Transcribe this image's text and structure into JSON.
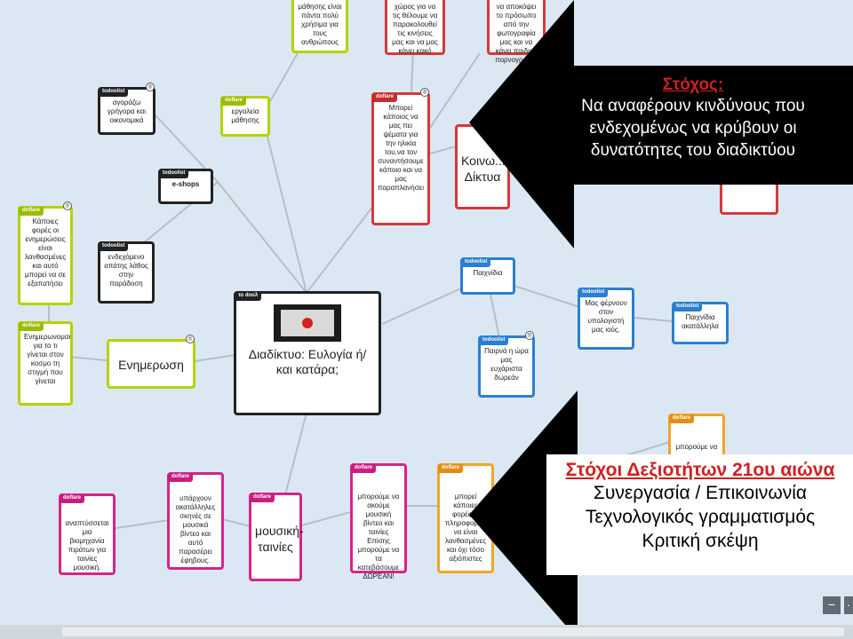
{
  "center": {
    "tag": "το dοολ",
    "title": "Διαδίκτυο: Ευλογία ή/και κατάρα;"
  },
  "tags": {
    "todoolist": "todoolist",
    "doflare": "doflare"
  },
  "nodes": {
    "top_lime": "μάθησης είναι πάντα πολύ χρήσιμα για τους ανθρώπους",
    "top_red1": "χώρος για να τις θέλουμε να παρακολουθεί τις κινήσεις μας και να μας κάνει κακό",
    "top_red2": "να αποκόψει το πρόσωπο από την φωτογραφία μας και να κάνει παιδική πορνογραφία",
    "shop_note": "αγοράζω γρήγορα και οικονομικά",
    "eshops": "e-shops",
    "tools": "εργαλεία μάθησης",
    "lie": "Μπορεί κάποιος να μας πει ψέματα για την ηλικία του,να τον συναντήσουμε κάποιο και να μας παραπλανήσει",
    "social": "Κοινω... Δίκτυα",
    "wrong_info": "Κάποιες φορές οι ενημερώσεις είναι λανθασμένες και αυτό μπορεί να σε εξαπατήσει",
    "fraud": "ενδεχόμενο απάτης λάθος στην παράδοση",
    "games": "Παιχνίδια",
    "track": "Μας φέρνουν στον υπολογιστή μας ιούς.",
    "unsuitable": "Παιχνίδια ακατάλληλα",
    "free_time": "Παιρνά η ώρα μας ευχάριστα δωρεάν",
    "news_note": "Ενημερωνομαι για το τι γίνεται στον κοσμο τη στιγμή που γίνεται",
    "news": "Ενημερωση",
    "unsuitable_scenes": "υπάρχουν ακατάλληλες σκηνές σε μουσικά βίντεο και αυτό παρασέρει έφηβους.",
    "addiction": "αναπτύσσεται μια βιομηχανία πιράτων για ταινίες μουσική.",
    "music": "μουσική- ταινίες",
    "free_watch": "μπορούμε να ακούμε μουσική βίντεο και ταινίες Επίσης μπορούμε να τα κατεβάσουμε ΔΩΡΕΑΝ!",
    "wrong_pub": "μπορεί κάποιες φορές οι πληροφορίες να είναι λανθασμένες και όχι τόσο αξιόπιστες",
    "right_org": "μπορούμε να"
  },
  "goal": {
    "title": "Στόχος:",
    "lines": [
      "Να αναφέρουν κινδύνους που",
      "ενδεχομένως να κρύβουν οι",
      "δυνατότητες του διαδικτύου"
    ]
  },
  "skills": {
    "title": "Στόχοι Δεξιοτήτων 21ου αιώνα",
    "lines": [
      "Συνεργασία / Επικοινωνία",
      "Τεχνολογικός γραμματισμός",
      "Κριτική σκέψη"
    ]
  },
  "controls": {
    "minus": "−",
    "more": "·"
  },
  "colors": {
    "lime": "#b4d200",
    "red": "#d43a3a",
    "blue": "#2a7fd1",
    "magenta": "#d6248b",
    "orange": "#f0a528",
    "arrow": "#000000",
    "background": "#dbe8f3"
  }
}
